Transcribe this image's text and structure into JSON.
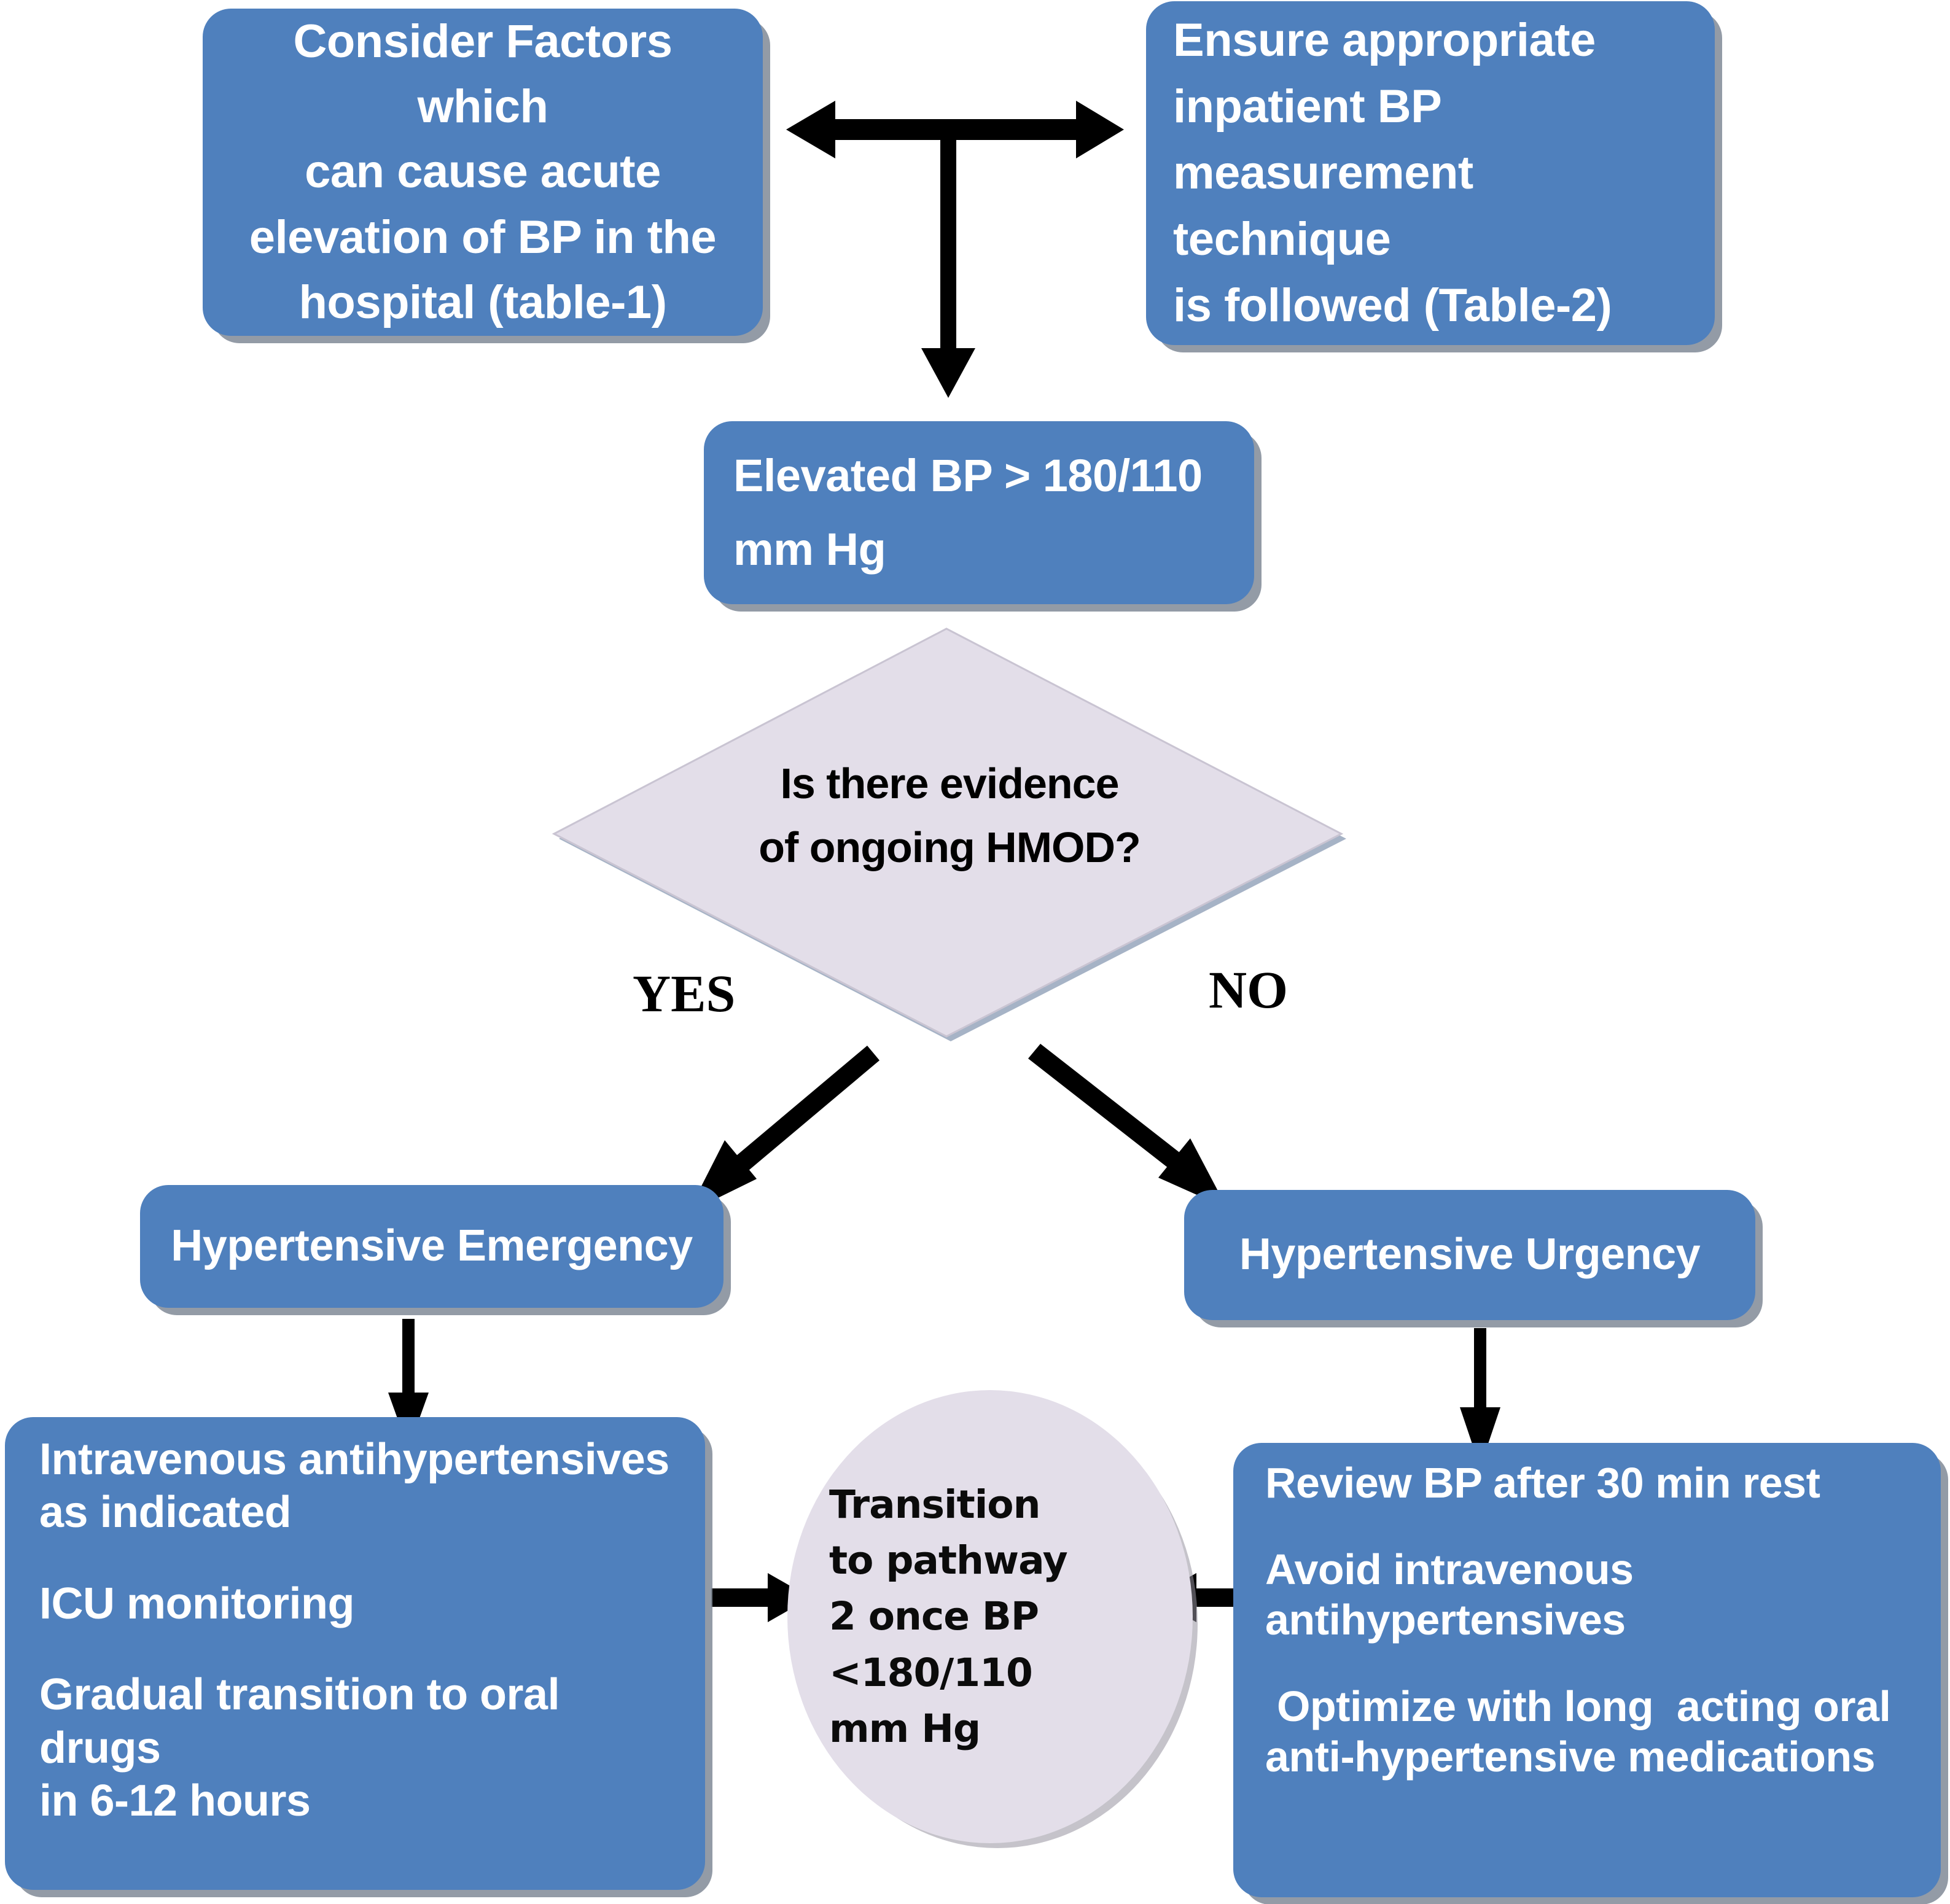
{
  "diagram": {
    "title": "Inpatient Elevated Blood Pressure Management Pathway",
    "colors": {
      "process_fill": "#4F80BD",
      "process_text": "#FFFFFF",
      "decision_fill": "#E3DEE9",
      "decision_border": "#8FA0B8",
      "decision_text": "#000000",
      "terminal_fill": "#E3DEE9",
      "arrow": "#000000",
      "shadow": "#8A939E",
      "background": "#FFFFFF"
    }
  },
  "nodes": {
    "consider_factors": {
      "shape": "rounded-rectangle",
      "align": "center",
      "lines": [
        "Consider Factors which",
        "can cause acute",
        "elevation of BP in the",
        "hospital (table-1)"
      ]
    },
    "measurement_technique": {
      "shape": "rounded-rectangle",
      "align": "left",
      "lines": [
        "Ensure appropriate",
        "inpatient BP",
        "measurement technique",
        "is followed (Table-2)"
      ]
    },
    "elevated_bp": {
      "shape": "rounded-rectangle",
      "align": "left",
      "lines": [
        "Elevated BP > 180/110",
        "mm Hg"
      ]
    },
    "decision_hmod": {
      "shape": "diamond",
      "lines": [
        "Is there evidence",
        "of ongoing HMOD?"
      ]
    },
    "hypertensive_emergency": {
      "shape": "rounded-rectangle",
      "align": "center",
      "lines": [
        "Hypertensive Emergency"
      ]
    },
    "hypertensive_urgency": {
      "shape": "rounded-rectangle",
      "align": "center",
      "lines": [
        "Hypertensive Urgency"
      ]
    },
    "emergency_actions": {
      "shape": "rounded-rectangle",
      "align": "left",
      "lines": [
        "Intravenous antihypertensives",
        "as indicated",
        "",
        "ICU monitoring",
        "",
        "Gradual transition to oral drugs",
        "in 6-12 hours"
      ]
    },
    "urgency_actions": {
      "shape": "rounded-rectangle",
      "align": "left",
      "lines": [
        "Review BP after 30 min rest",
        "",
        "Avoid intravenous",
        "antihypertensives",
        "",
        " Optimize with long  acting oral",
        "anti-hypertensive medications"
      ]
    },
    "transition": {
      "shape": "ellipse",
      "align": "left",
      "lines": [
        "Transition",
        "to pathway",
        "2 once BP",
        "<180/110",
        "mm Hg"
      ]
    }
  },
  "branch_labels": {
    "yes": "YES",
    "no": "NO"
  },
  "connectors": [
    {
      "name": "top-split-to-left-box",
      "type": "arrow-left"
    },
    {
      "name": "top-split-to-right-box",
      "type": "arrow-right"
    },
    {
      "name": "top-split-to-elevated-bp",
      "type": "arrow-down"
    },
    {
      "name": "decision-yes-to-emergency",
      "type": "arrow-diagonal-down-left"
    },
    {
      "name": "decision-no-to-urgency",
      "type": "arrow-diagonal-down-right"
    },
    {
      "name": "emergency-to-actions",
      "type": "arrow-down"
    },
    {
      "name": "urgency-to-actions",
      "type": "arrow-down"
    },
    {
      "name": "emergency-actions-to-transition",
      "type": "arrow-right"
    },
    {
      "name": "urgency-actions-to-transition",
      "type": "arrow-left"
    }
  ]
}
